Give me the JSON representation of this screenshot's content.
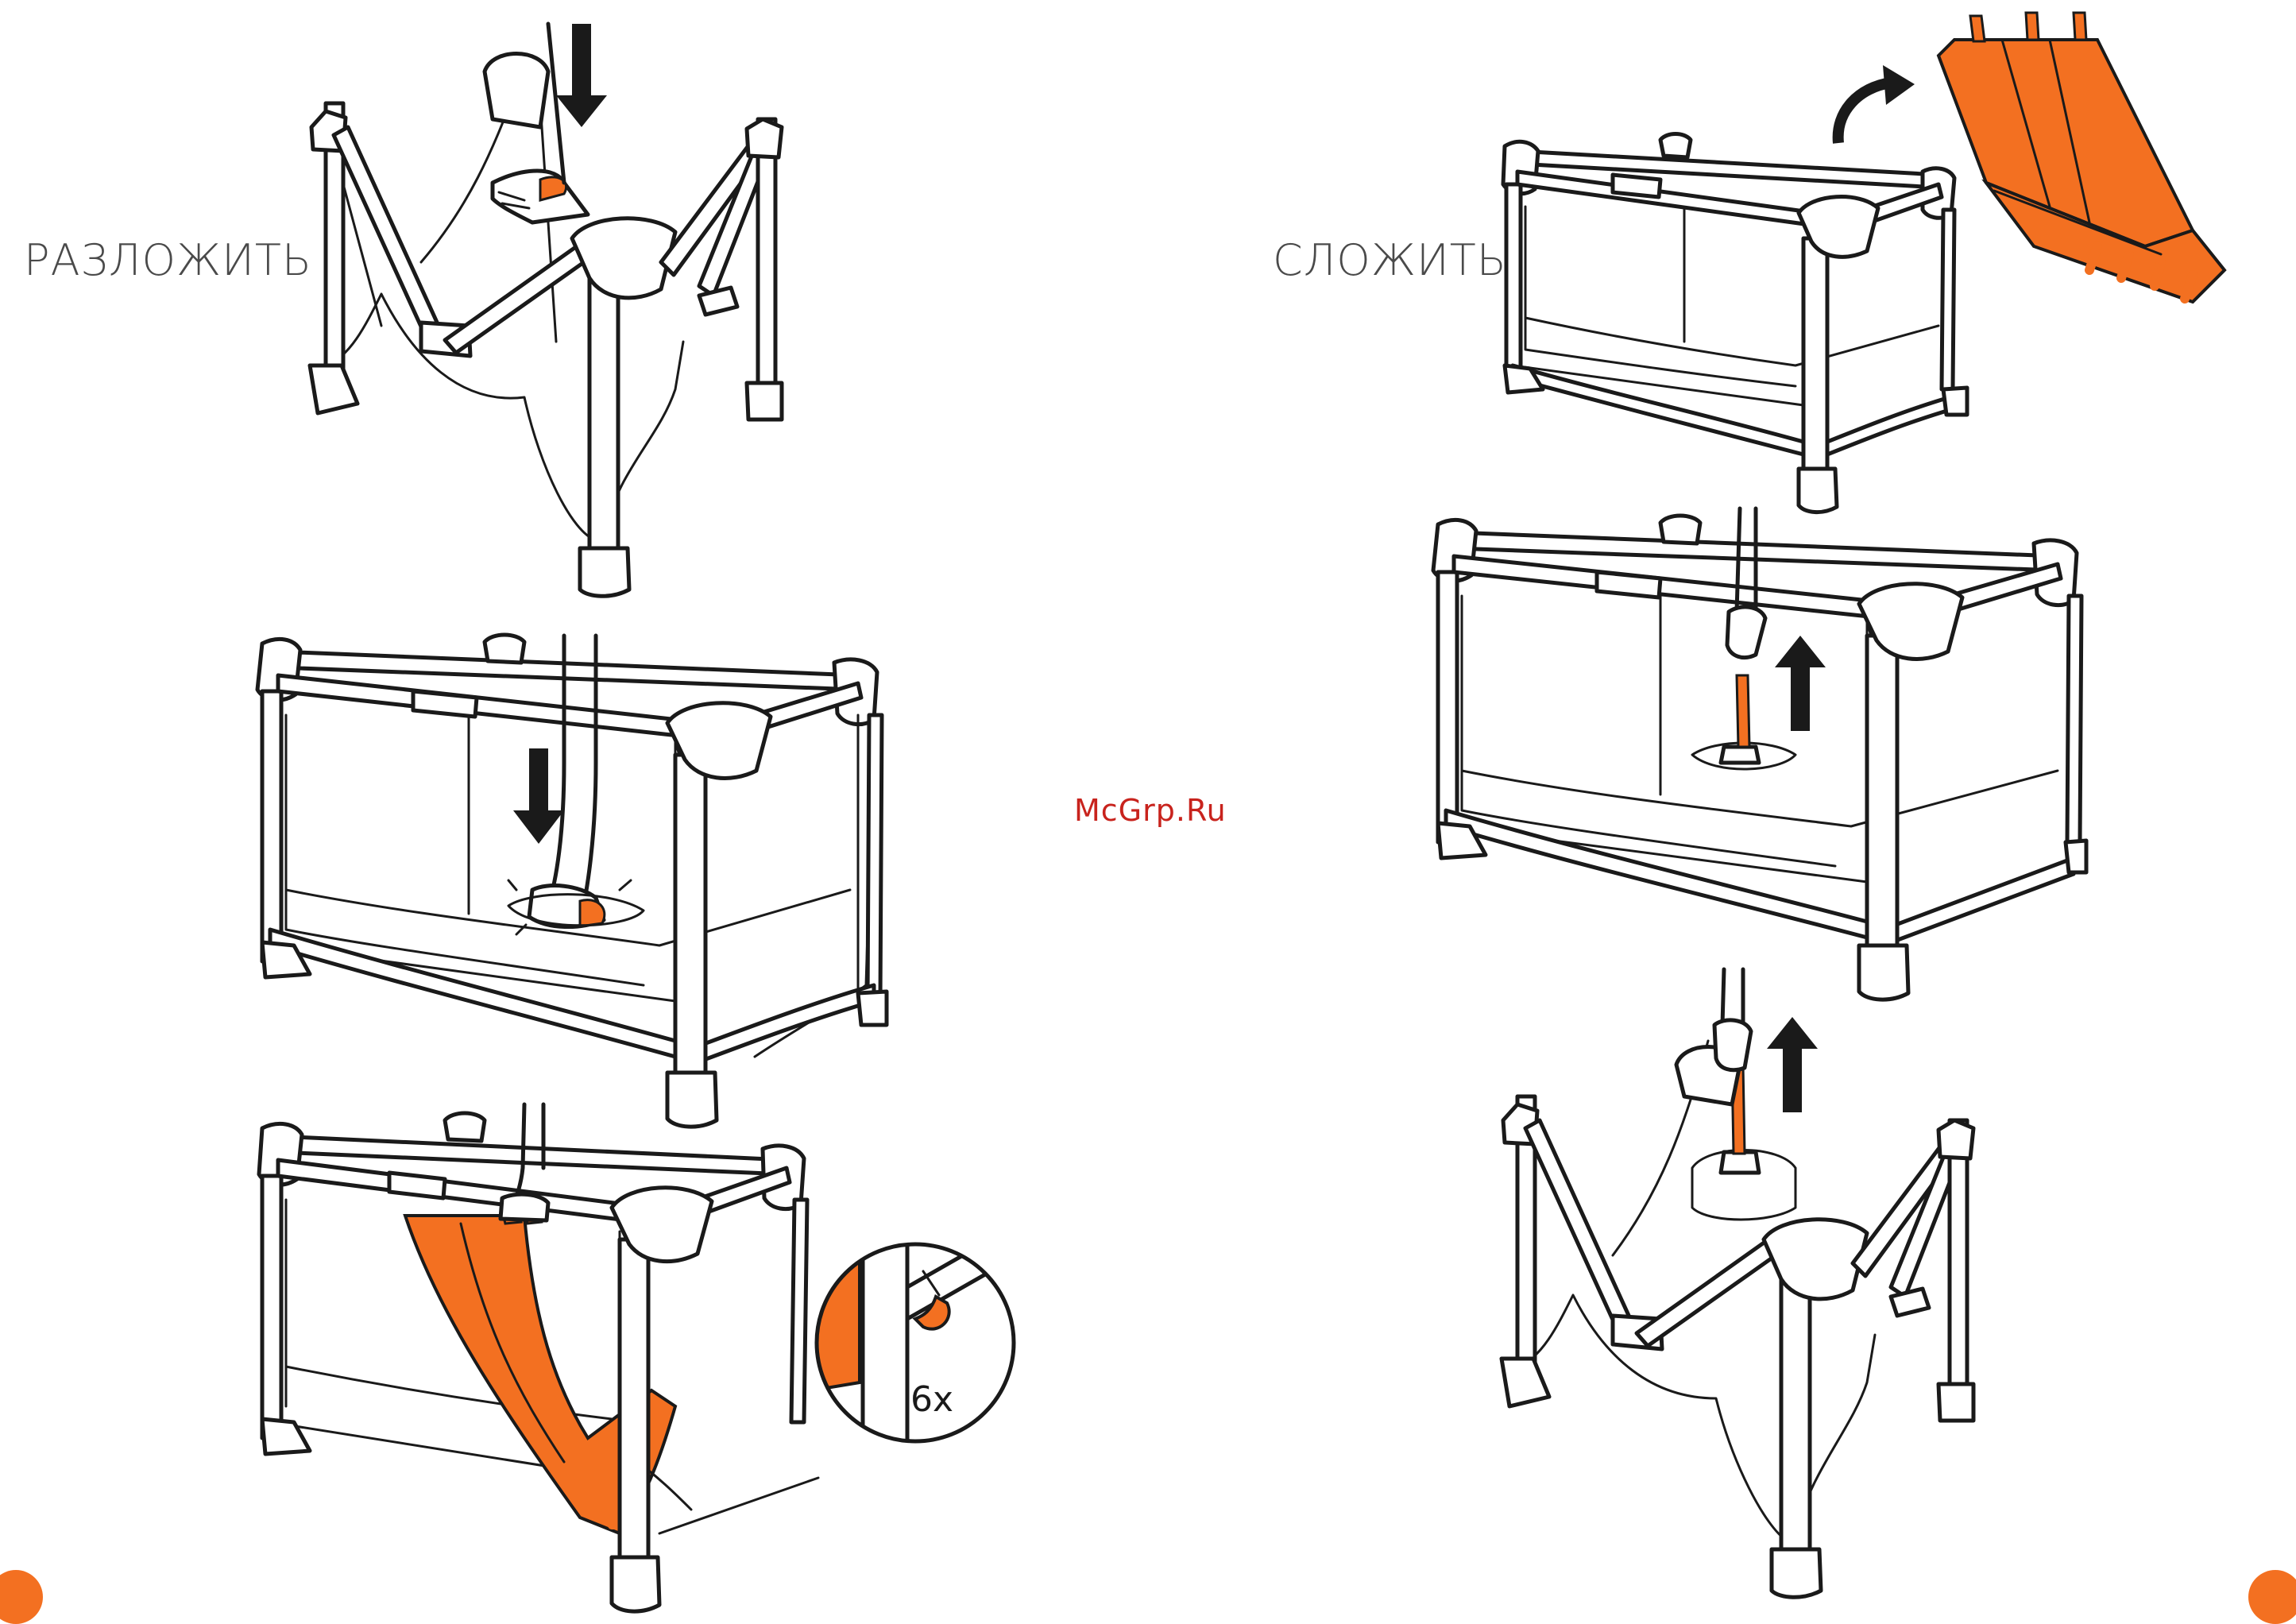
{
  "headings": {
    "unfold": "РАЗЛОЖИТЬ",
    "fold": "СЛОЖИТЬ"
  },
  "watermark": "McGrp.Ru",
  "detail_count": "6x",
  "colors": {
    "accent": "#f37021",
    "line": "#1a1a1a",
    "watermark": "#c8231d"
  },
  "icons": [
    "arrow-down-icon",
    "arrow-up-icon",
    "curved-arrow-icon"
  ]
}
